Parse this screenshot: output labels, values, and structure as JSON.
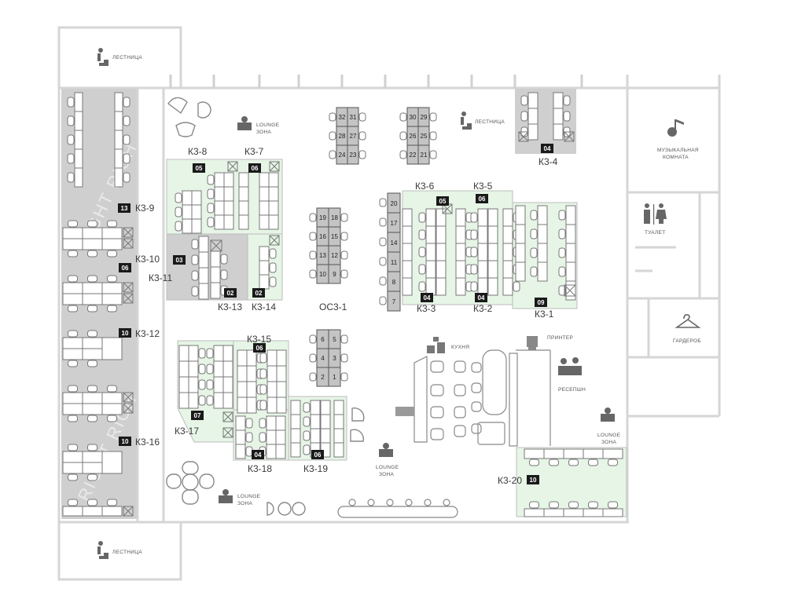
{
  "colors": {
    "wall": "#d9d9d9",
    "free_zone": "#e6f5e6",
    "busy_zone": "#cfcfcf",
    "badge": "#1a1a1a",
    "desk_line": "#777777"
  },
  "labels": {
    "stairs": "ЛЕСТНИЦА",
    "lounge_line1": "LOUNGE",
    "lounge_line2": "ЗОНА",
    "music_line1": "МУЗЫКАЛЬНАЯ",
    "music_line2": "КОМНАТА",
    "toilet": "ТУАЛЕТ",
    "wardrobe": "ГАРДЕРОБ",
    "kitchen": "КУХНЯ",
    "printer": "ПРИНТЕР",
    "reception": "РЕСЕПШН",
    "watermark": "RIGHT RICH"
  },
  "icons": [
    "stairs-icon",
    "lounge-icon",
    "music-icon",
    "toilet-icon",
    "hanger-icon",
    "kitchen-icon",
    "printer-icon",
    "reception-icon"
  ],
  "rooms": [
    {
      "name": "К3-1",
      "badge": "09",
      "status": "free"
    },
    {
      "name": "К3-2",
      "badge": "04",
      "status": "free"
    },
    {
      "name": "К3-3",
      "badge": "04",
      "status": "free"
    },
    {
      "name": "К3-4",
      "badge": "04",
      "status": "busy"
    },
    {
      "name": "К3-5",
      "badge": "06",
      "status": "free"
    },
    {
      "name": "К3-6",
      "badge": "05",
      "status": "free"
    },
    {
      "name": "К3-7",
      "badge": "06",
      "status": "free"
    },
    {
      "name": "К3-8",
      "badge": "05",
      "status": "free"
    },
    {
      "name": "К3-9",
      "badge": "13",
      "status": "busy"
    },
    {
      "name": "К3-10",
      "badge": "06",
      "status": "busy"
    },
    {
      "name": "К3-11",
      "badge": "03",
      "status": "busy"
    },
    {
      "name": "К3-12",
      "badge": "10",
      "status": "busy"
    },
    {
      "name": "К3-13",
      "badge": "02",
      "status": "busy"
    },
    {
      "name": "К3-14",
      "badge": "02",
      "status": "free"
    },
    {
      "name": "К3-15",
      "badge": "06",
      "status": "free"
    },
    {
      "name": "К3-16",
      "badge": "10",
      "status": "busy"
    },
    {
      "name": "К3-17",
      "badge": "07",
      "status": "free"
    },
    {
      "name": "К3-18",
      "badge": "04",
      "status": "free"
    },
    {
      "name": "К3-19",
      "badge": "06",
      "status": "free"
    },
    {
      "name": "К3-20",
      "badge": "10",
      "status": "free"
    },
    {
      "name": "ОС3-1",
      "badge": "",
      "status": "busy"
    }
  ],
  "seat_numbers": {
    "block_a": [
      "32",
      "31",
      "28",
      "27",
      "24",
      "23"
    ],
    "block_b": [
      "30",
      "29",
      "26",
      "25",
      "22",
      "21"
    ],
    "block_c": [
      "19",
      "18",
      "16",
      "15",
      "13",
      "12",
      "10",
      "9"
    ],
    "block_d": [
      "6",
      "5",
      "4",
      "3",
      "2",
      "1"
    ],
    "column_e": [
      "20",
      "17",
      "14",
      "11",
      "8",
      "7"
    ]
  }
}
